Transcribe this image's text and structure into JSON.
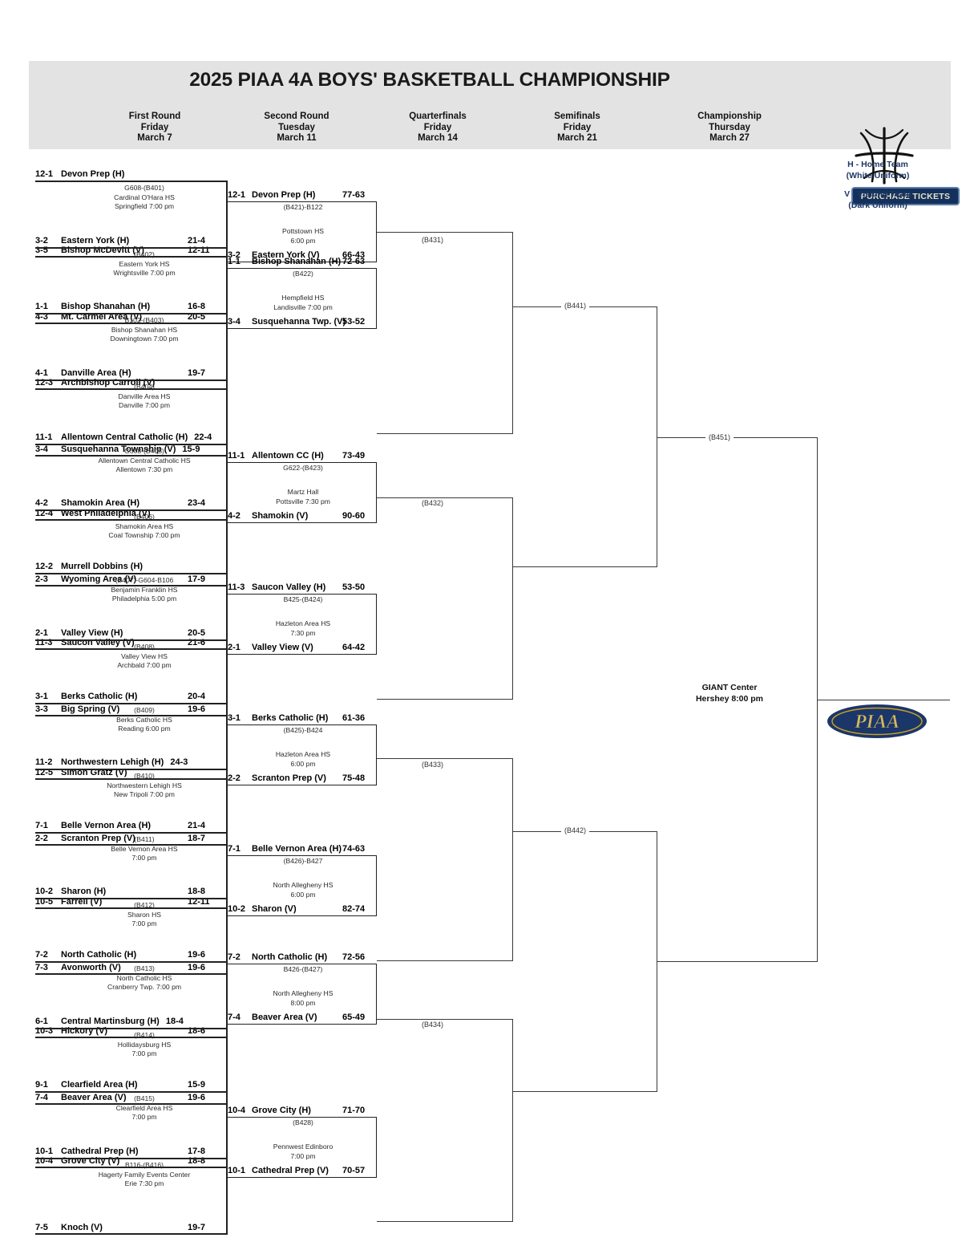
{
  "header": {
    "title": "2025 PIAA 4A BOYS' BASKETBALL CHAMPIONSHIP",
    "rounds": [
      {
        "name": "First Round",
        "day": "Friday",
        "date": "March 7"
      },
      {
        "name": "Second Round",
        "day": "Tuesday",
        "date": "March 11"
      },
      {
        "name": "Quarterfinals",
        "day": "Friday",
        "date": "March 14"
      },
      {
        "name": "Semifinals",
        "day": "Friday",
        "date": "March 21"
      },
      {
        "name": "Championship",
        "day": "Thursday",
        "date": "March 27"
      }
    ],
    "tickets_label": "PURCHASE TICKETS",
    "ball_icon": "basketball-icon"
  },
  "legend": {
    "home_line1": "H - Home Team",
    "home_line2": "(White Uniform)",
    "visit_line1": "V - Visiting Team",
    "visit_line2": "(Dark Uniform)",
    "color": "#1f3864"
  },
  "first_round": [
    {
      "code": "G608-(B401)",
      "venue": "Cardinal O'Hara HS",
      "time": "Springfield 7:00 pm",
      "top": {
        "seed": "12-1",
        "team": "Devon Prep (H)",
        "record": ""
      },
      "bot": {
        "seed": "3-5",
        "team": "Bishop McDevitt (V)",
        "record": "12-11"
      }
    },
    {
      "code": "(B402)",
      "venue": "Eastern York HS",
      "time": "Wrightsville 7:00 pm",
      "top": {
        "seed": "3-2",
        "team": "Eastern York (H)",
        "record": "21-4"
      },
      "bot": {
        "seed": "4-3",
        "team": "Mt. Carmel Area  (V)",
        "record": "20-5"
      }
    },
    {
      "code": "B102-(B403)",
      "venue": "Bishop Shanahan HS",
      "time": "Downingtown 7:00 pm",
      "top": {
        "seed": "1-1",
        "team": "Bishop Shanahan (H)",
        "record": "16-8"
      },
      "bot": {
        "seed": "12-3",
        "team": "Archbishop Carroll (V)",
        "record": ""
      }
    },
    {
      "code": "(B404)",
      "venue": "Danville Area HS",
      "time": "Danville 7:00 pm",
      "top": {
        "seed": "4-1",
        "team": "Danville Area (H)",
        "record": "19-7"
      },
      "bot": {
        "seed": "3-4",
        "team": "Susquehanna Township (V)",
        "record": "15-9"
      }
    },
    {
      "code": "G308-(B405)",
      "venue": "Allentown Central Catholic HS",
      "time": "Allentown 7:30 pm",
      "top": {
        "seed": "11-1",
        "team": "Allentown Central Catholic (H)",
        "record": "22-4"
      },
      "bot": {
        "seed": "12-4",
        "team": "West Philadelphia (V)",
        "record": ""
      }
    },
    {
      "code": "(B406)",
      "venue": "Shamokin Area HS",
      "time": "Coal Township 7:00 pm",
      "top": {
        "seed": "4-2",
        "team": "Shamokin Area (H)",
        "record": "23-4"
      },
      "bot": {
        "seed": "2-3",
        "team": "Wyoming Area (V)",
        "record": "17-9"
      }
    },
    {
      "code": "(B407)-G604-B106",
      "venue": "Benjamin Franklin HS",
      "time": "Philadelphia 5:00 pm",
      "top": {
        "seed": "12-2",
        "team": "Murrell Dobbins (H)",
        "record": ""
      },
      "bot": {
        "seed": "11-3",
        "team": "Saucon Valley (V)",
        "record": "21-6"
      }
    },
    {
      "code": "(B408)",
      "venue": "Valley View HS",
      "time": "Archbald 7:00 pm",
      "top": {
        "seed": "2-1",
        "team": "Valley View (H)",
        "record": "20-5"
      },
      "bot": {
        "seed": "3-3",
        "team": "Big Spring (V)",
        "record": "19-6"
      }
    },
    {
      "code": "(B409)",
      "venue": "Berks Catholic HS",
      "time": "Reading 6:00 pm",
      "top": {
        "seed": "3-1",
        "team": "Berks Catholic (H)",
        "record": "20-4"
      },
      "bot": {
        "seed": "12-5",
        "team": "Simon Gratz  (V)",
        "record": ""
      }
    },
    {
      "code": "(B410)",
      "venue": "Northwestern Lehigh HS",
      "time": "New Tripoli 7:00 pm",
      "top": {
        "seed": "11-2",
        "team": "Northwestern Lehigh (H)",
        "record": "24-3"
      },
      "bot": {
        "seed": "2-2",
        "team": "Scranton Prep (V)",
        "record": "18-7"
      }
    },
    {
      "code": "(B411)",
      "venue": "Belle Vernon Area HS",
      "time": "7:00 pm",
      "top": {
        "seed": "7-1",
        "team": "Belle Vernon Area (H)",
        "record": "21-4"
      },
      "bot": {
        "seed": "10-5",
        "team": "Farrell (V)",
        "record": "12-11"
      }
    },
    {
      "code": "(B412)",
      "venue": "Sharon HS",
      "time": "7:00 pm",
      "top": {
        "seed": "10-2",
        "team": "Sharon (H)",
        "record": "18-8"
      },
      "bot": {
        "seed": "7-3",
        "team": "Avonworth (V)",
        "record": "19-6"
      }
    },
    {
      "code": "(B413)",
      "venue": "North Catholic HS",
      "time": "Cranberry Twp. 7:00 pm",
      "top": {
        "seed": "7-2",
        "team": "North Catholic (H)",
        "record": "19-6"
      },
      "bot": {
        "seed": "10-3",
        "team": "Hickory (V)",
        "record": "18-6"
      }
    },
    {
      "code": "(B414)",
      "venue": "Hollidaysburg HS",
      "time": "7:00 pm",
      "top": {
        "seed": "6-1",
        "team": "Central Martinsburg (H)",
        "record": "18-4"
      },
      "bot": {
        "seed": "7-4",
        "team": "Beaver Area (V)",
        "record": "19-6"
      }
    },
    {
      "code": "(B415)",
      "venue": "Clearfield Area HS",
      "time": "7:00 pm",
      "top": {
        "seed": "9-1",
        "team": "Clearfield Area (H)",
        "record": "15-9"
      },
      "bot": {
        "seed": "10-4",
        "team": "Grove City (V)",
        "record": "18-8"
      }
    },
    {
      "code": "B116-(B416)",
      "venue": "Hagerty Family Events Center",
      "time": "Erie 7:30 pm",
      "top": {
        "seed": "10-1",
        "team": "Cathedral Prep (H)",
        "record": "17-8"
      },
      "bot": {
        "seed": "7-5",
        "team": "Knoch (V)",
        "record": "19-7"
      }
    }
  ],
  "second_round": [
    {
      "code": "(B421)-B122",
      "venue": "Pottstown HS",
      "time": "6:00 pm",
      "top": {
        "seed": "12-1",
        "team": "Devon Prep (H)",
        "score": "77-63"
      },
      "bot": {
        "seed": "3-2",
        "team": "Eastern York (V)",
        "score": "66-43"
      }
    },
    {
      "code": "(B422)",
      "venue": "Hempfield HS",
      "time": "Landisville 7:00 pm",
      "top": {
        "seed": "1-1",
        "team": "Bishop Shanahan (H)",
        "score": "72-63"
      },
      "bot": {
        "seed": "3-4",
        "team": "Susquehanna Twp. (V)",
        "score": "53-52"
      }
    },
    {
      "code": "G622-(B423)",
      "venue": "Martz Hall",
      "time": "Pottsville 7:30 pm",
      "top": {
        "seed": "11-1",
        "team": "Allentown CC (H)",
        "score": "73-49"
      },
      "bot": {
        "seed": "4-2",
        "team": "Shamokin (V)",
        "score": "90-60"
      }
    },
    {
      "code": "B425-(B424)",
      "venue": "Hazleton Area HS",
      "time": "7:30 pm",
      "top": {
        "seed": "11-3",
        "team": "Saucon Valley (H)",
        "score": "53-50"
      },
      "bot": {
        "seed": "2-1",
        "team": "Valley View (V)",
        "score": "64-42"
      }
    },
    {
      "code": "(B425)-B424",
      "venue": "Hazleton Area HS",
      "time": "6:00 pm",
      "top": {
        "seed": "3-1",
        "team": "Berks Catholic (H)",
        "score": "61-36"
      },
      "bot": {
        "seed": "2-2",
        "team": "Scranton Prep (V)",
        "score": "75-48"
      }
    },
    {
      "code": "(B426)-B427",
      "venue": "North Allegheny HS",
      "time": "6:00 pm",
      "top": {
        "seed": "7-1",
        "team": "Belle Vernon Area (H)",
        "score": "74-63"
      },
      "bot": {
        "seed": "10-2",
        "team": "Sharon (V)",
        "score": "82-74"
      }
    },
    {
      "code": "B426-(B427)",
      "venue": "North Allegheny HS",
      "time": "8:00 pm",
      "top": {
        "seed": "7-2",
        "team": "North Catholic (H)",
        "score": "72-56"
      },
      "bot": {
        "seed": "7-4",
        "team": "Beaver Area (V)",
        "score": "65-49"
      }
    },
    {
      "code": "(B428)",
      "venue": "Pennwest Edinboro",
      "time": "7:00 pm",
      "top": {
        "seed": "10-4",
        "team": "Grove City (H)",
        "score": "71-70"
      },
      "bot": {
        "seed": "10-1",
        "team": "Cathedral Prep (V)",
        "score": "70-57"
      }
    }
  ],
  "quarterfinals": [
    {
      "label": "(B431)"
    },
    {
      "label": "(B432)"
    },
    {
      "label": "(B433)"
    },
    {
      "label": "(B434)"
    }
  ],
  "semifinals": [
    {
      "label": "(B441)"
    },
    {
      "label": "(B442)"
    }
  ],
  "championship": {
    "label": "(B451)",
    "venue": "GIANT Center",
    "time": "Hershey 8:00 pm",
    "logo": "piaa-logo"
  }
}
